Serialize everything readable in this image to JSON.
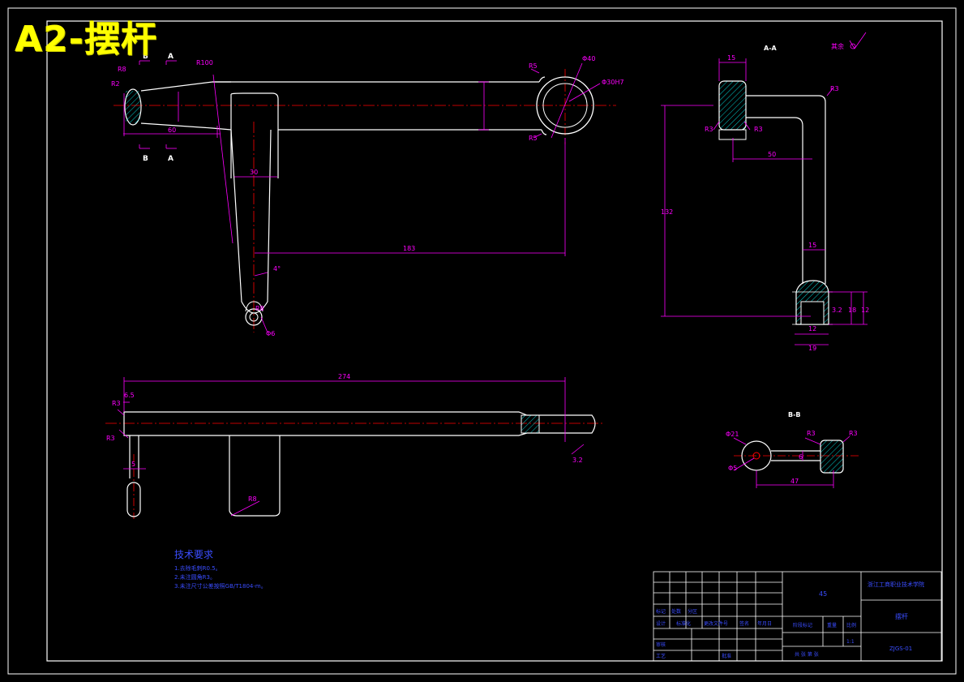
{
  "drawing_title": "A2-摆杆",
  "section_labels": {
    "aa": "A-A",
    "bb": "B-B",
    "b_upper": "B",
    "a_upper": "A",
    "b_lower": "B",
    "a_lower": "A",
    "surface_note": "其余"
  },
  "dimensions": {
    "r100": "R100",
    "r5_top": "R5",
    "phi40": "Φ40",
    "phi30": "Φ30H7",
    "r2": "R2",
    "r8": "R8",
    "len60": "60",
    "r5_low": "R5",
    "w30": "30",
    "len183": "183",
    "ang4": "4°",
    "r8_small": "R8",
    "phi6": "Φ6",
    "w15_top": "15",
    "r3_a1": "R3",
    "r3_a2": "R3",
    "r3_a3": "R3",
    "w50": "50",
    "h132": "132",
    "w15_mid": "15",
    "v32": "3.2",
    "w12": "12",
    "w19": "19",
    "h18": "18",
    "h12": "12",
    "len274": "274",
    "r3_b1": "R3",
    "v65": "6.5",
    "r3_b2": "R3",
    "w5": "5",
    "r8_b": "R8",
    "v32b": "3.2",
    "phi21": "Φ21",
    "phi5": "Φ5",
    "r3_c1": "R3",
    "r3_c2": "R3",
    "w6": "6",
    "w47": "47"
  },
  "tech_requirements": {
    "title": "技术要求",
    "lines": [
      "1.去除毛刺R0.5。",
      "2.未注圆角R3。",
      "3.未注尺寸公差按照GB/T1804-m。"
    ]
  },
  "title_block": {
    "material": "45",
    "institute": "浙江工商职业技术学院",
    "part_name": "摆杆",
    "drawing_no": "ZJGS-01",
    "scale": "1:1",
    "stage_label": "阶段标记",
    "weight_label": "重量",
    "ratio_label": "比例",
    "designer_label": "设计",
    "mark_label": "标记",
    "count_label": "处数",
    "zone_label": "分区",
    "doc_label": "更改文件号",
    "sign_label": "签名",
    "date_label": "年月日",
    "std_label": "标准化",
    "review_label": "审核",
    "process_label": "工艺",
    "approve_label": "批准",
    "sheet_label": "共  张  第  张"
  },
  "colors": {
    "outline": "#ffffff",
    "dimension": "#ff00ff",
    "centerline": "#ff0000",
    "hatch": "#00ffff",
    "text_blue": "#3a4dff",
    "title": "#ffff00"
  }
}
